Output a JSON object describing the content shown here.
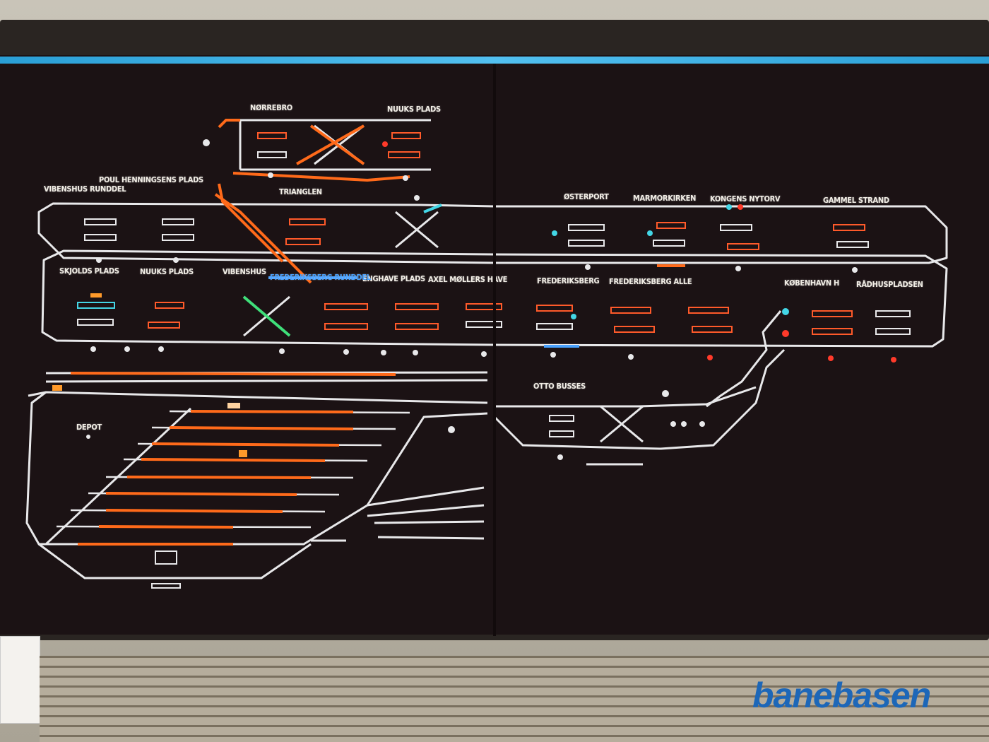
{
  "stations": [
    {
      "id": "norrebro",
      "label": "NØRREBRO"
    },
    {
      "id": "nuuks-plads",
      "label": "NUUKS PLADS"
    },
    {
      "id": "poul-henningsens-plads",
      "label": "POUL HENNINGSENS PLADS"
    },
    {
      "id": "vibenshus-runddel",
      "label": "VIBENSHUS RUNDDEL"
    },
    {
      "id": "trianglen",
      "label": "TRIANGLEN"
    },
    {
      "id": "osterport",
      "label": "ØSTERPORT"
    },
    {
      "id": "marmorkirken",
      "label": "MARMORKIRKEN"
    },
    {
      "id": "kongens-nytorv",
      "label": "KONGENS NYTORV"
    },
    {
      "id": "gammel-strand",
      "label": "GAMMEL STRAND"
    },
    {
      "id": "skjolds-plads",
      "label": "SKJOLDS PLADS"
    },
    {
      "id": "nuuks-plads-2",
      "label": "NUUKS PLADS"
    },
    {
      "id": "vibenshus",
      "label": "VIBENSHUS"
    },
    {
      "id": "enghave-plads",
      "label": "ENGHAVE PLADS"
    },
    {
      "id": "frederiksberg-runddel",
      "label": "FREDERIKSBERG RUNDDEL"
    },
    {
      "id": "axel-mollers-have",
      "label": "AXEL MØLLERS HAVE"
    },
    {
      "id": "frederiksberg",
      "label": "FREDERIKSBERG"
    },
    {
      "id": "frederiksberg-alle",
      "label": "FREDERIKSBERG ALLE"
    },
    {
      "id": "radhuspladsen",
      "label": "RÅDHUSPLADSEN"
    },
    {
      "id": "kobenhavn-h",
      "label": "KØBENHAVN H"
    },
    {
      "id": "otto-busses",
      "label": "OTTO BUSSES"
    },
    {
      "id": "depot",
      "label": "DEPOT"
    }
  ],
  "colors": {
    "track": "#e8e8ea",
    "occupied": "#ff6a1a",
    "red": "#ff3a2a",
    "cyan": "#43d6e6",
    "green": "#3fe07a",
    "blue": "#4aa2ff",
    "screen_bg": "#1b1214",
    "header_bar": "#2a9fd6"
  },
  "watermark": "banebasen"
}
